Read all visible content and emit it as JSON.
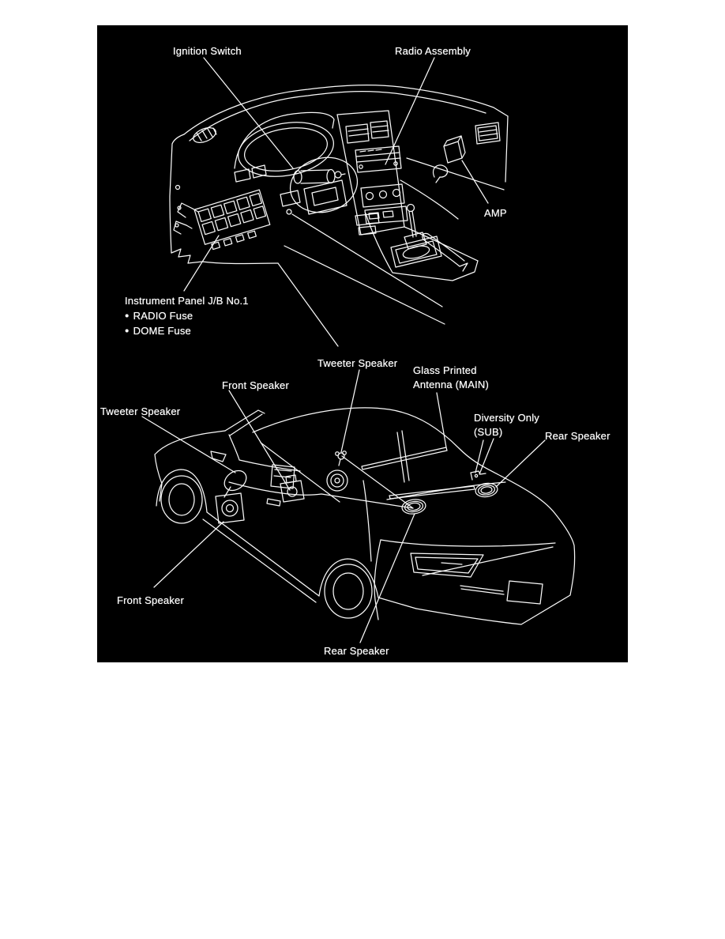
{
  "page": {
    "background_color": "#ffffff",
    "panel_background_color": "#000000",
    "line_color": "#f8f8f8"
  },
  "top_diagram": {
    "labels": {
      "ignition_switch": "Ignition Switch",
      "radio_assembly": "Radio Assembly",
      "amp": "AMP",
      "junction_block_title": "Instrument Panel J/B No.1",
      "bullet": "●",
      "fuse_items": [
        "RADIO Fuse",
        "DOME Fuse"
      ]
    }
  },
  "bottom_diagram": {
    "labels": {
      "tweeter_speaker_top": "Tweeter Speaker",
      "glass_printed_antenna_line1": "Glass Printed",
      "glass_printed_antenna_line2": "Antenna (MAIN)",
      "front_speaker_top": "Front Speaker",
      "tweeter_speaker_left": "Tweeter Speaker",
      "diversity_only_line1": "Diversity Only",
      "diversity_only_line2": "(SUB)",
      "rear_speaker_right": "Rear Speaker",
      "front_speaker_bottom": "Front Speaker",
      "rear_speaker_bottom": "Rear Speaker"
    }
  }
}
